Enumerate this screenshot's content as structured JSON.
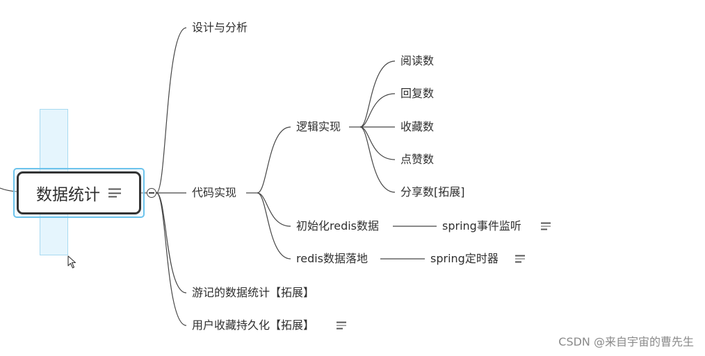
{
  "root": {
    "label": "数据统计"
  },
  "branches": {
    "design": "设计与分析",
    "code": "代码实现",
    "travel_stats": "游记的数据统计【拓展】",
    "favorite_persist": "用户收藏持久化【拓展】"
  },
  "code_children": {
    "logic": "逻辑实现",
    "init_redis": "初始化redis数据",
    "redis_landing": "redis数据落地"
  },
  "logic_children": {
    "read": "阅读数",
    "reply": "回复数",
    "favorite": "收藏数",
    "like": "点赞数",
    "share": "分享数[拓展]"
  },
  "leaf_nodes": {
    "spring_event": "spring事件监听",
    "spring_timer": "spring定时器"
  },
  "icons": {
    "note": "note-icon",
    "collapse": "collapse-toggle-icon",
    "cursor": "mouse-cursor-icon"
  },
  "colors": {
    "line": "#444444",
    "selection": "#6cc3ec",
    "text": "#2f2f2f"
  },
  "watermark": "CSDN @来自宇宙的曹先生"
}
